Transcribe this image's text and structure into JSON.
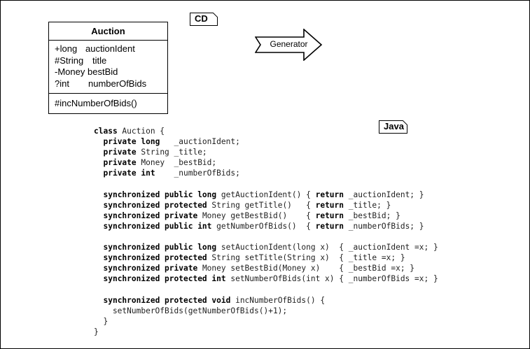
{
  "tags": {
    "cd": "CD",
    "java": "Java"
  },
  "uml_class": {
    "name": "Auction",
    "attributes": [
      {
        "visibility_type": "+long",
        "name": "auctionIdent"
      },
      {
        "visibility_type": "#String",
        "name": "title"
      },
      {
        "visibility_type": "-Money",
        "name": "bestBid"
      },
      {
        "visibility_type": "?int",
        "name": "numberOfBids"
      }
    ],
    "operations": [
      "#incNumberOfBids()"
    ]
  },
  "generator": {
    "label": "Generator"
  },
  "code_lines": [
    [
      {
        "k": "class"
      },
      {
        "t": " Auction {"
      }
    ],
    [
      {
        "t": "  "
      },
      {
        "k": "private long"
      },
      {
        "t": "   _auctionIdent;"
      }
    ],
    [
      {
        "t": "  "
      },
      {
        "k": "private"
      },
      {
        "t": " String _title;"
      }
    ],
    [
      {
        "t": "  "
      },
      {
        "k": "private"
      },
      {
        "t": " Money  _bestBid;"
      }
    ],
    [
      {
        "t": "  "
      },
      {
        "k": "private int"
      },
      {
        "t": "    _numberOfBids;"
      }
    ],
    [
      {
        "t": ""
      }
    ],
    [
      {
        "t": "  "
      },
      {
        "k": "synchronized public long"
      },
      {
        "t": " getAuctionIdent() { "
      },
      {
        "k": "return"
      },
      {
        "t": " _auctionIdent; }"
      }
    ],
    [
      {
        "t": "  "
      },
      {
        "k": "synchronized protected"
      },
      {
        "t": " String getTitle()   { "
      },
      {
        "k": "return"
      },
      {
        "t": " _title; }"
      }
    ],
    [
      {
        "t": "  "
      },
      {
        "k": "synchronized private"
      },
      {
        "t": " Money getBestBid()    { "
      },
      {
        "k": "return"
      },
      {
        "t": " _bestBid; }"
      }
    ],
    [
      {
        "t": "  "
      },
      {
        "k": "synchronized public int"
      },
      {
        "t": " getNumberOfBids()  { "
      },
      {
        "k": "return"
      },
      {
        "t": " _numberOfBids; }"
      }
    ],
    [
      {
        "t": ""
      }
    ],
    [
      {
        "t": "  "
      },
      {
        "k": "synchronized public long"
      },
      {
        "t": " setAuctionIdent(long x)  { _auctionIdent =x; }"
      }
    ],
    [
      {
        "t": "  "
      },
      {
        "k": "synchronized protected"
      },
      {
        "t": " String setTitle(String x)  { _title =x; }"
      }
    ],
    [
      {
        "t": "  "
      },
      {
        "k": "synchronized private"
      },
      {
        "t": " Money setBestBid(Money x)    { _bestBid =x; }"
      }
    ],
    [
      {
        "t": "  "
      },
      {
        "k": "synchronized protected int"
      },
      {
        "t": " setNumberOfBids(int x) { _numberOfBids =x; }"
      }
    ],
    [
      {
        "t": ""
      }
    ],
    [
      {
        "t": "  "
      },
      {
        "k": "synchronized protected void"
      },
      {
        "t": " incNumberOfBids() {"
      }
    ],
    [
      {
        "t": "    setNumberOfBids(getNumberOfBids()+1);"
      }
    ],
    [
      {
        "t": "  }"
      }
    ],
    [
      {
        "t": "}"
      }
    ]
  ]
}
